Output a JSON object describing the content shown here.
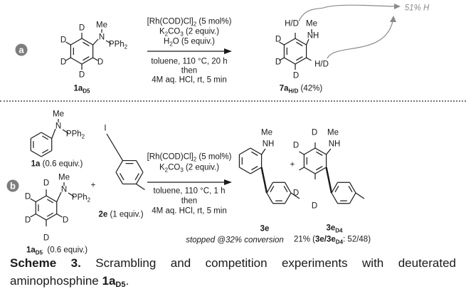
{
  "part_a": {
    "badge": "a",
    "reactant": {
      "atoms": {
        "me": "Me",
        "n": "N",
        "pph2": "PPh",
        "pph2_sub": "2",
        "d": "D"
      },
      "label": "1a",
      "label_sub": "D5"
    },
    "conditions_above": [
      {
        "text": "[Rh(COD)Cl]",
        "sub": "2",
        "tail": " (5 mol%)"
      },
      {
        "text": "K",
        "sub": "2",
        "tail": "CO",
        "sub2": "3",
        "tail2": " (2 equiv.)"
      },
      {
        "text": "H",
        "sub": "2",
        "tail": "O (5 equiv.)"
      }
    ],
    "conditions_below": [
      "toluene, 110 °C, 20 h",
      "then",
      "4M aq. HCl, rt, 5 min"
    ],
    "product": {
      "atoms": {
        "hd": "H/D",
        "me": "Me",
        "nh": "NH",
        "d": "D"
      },
      "label": "7a",
      "label_sub": "H/D",
      "yield": " (42%)"
    },
    "annotation": "51% H"
  },
  "part_b": {
    "badge": "b",
    "reactant1": {
      "atoms": {
        "me": "Me",
        "n": "N",
        "pph2": "PPh",
        "pph2_sub": "2"
      },
      "label": "1a",
      "amount": " (0.6 equiv.)"
    },
    "reactant2": {
      "atoms": {
        "me": "Me",
        "n": "N",
        "pph2": "PPh",
        "pph2_sub": "2",
        "d": "D"
      },
      "label": "1a",
      "label_sub": "D5",
      "amount": "  (0.6 equiv.)"
    },
    "plus": "+",
    "reactant3": {
      "atoms": {
        "i": "I"
      },
      "label": "2e",
      "amount": " (1 equiv.)"
    },
    "conditions_above": [
      {
        "text": "[Rh(COD)Cl]",
        "sub": "2",
        "tail": " (5 mol%)"
      },
      {
        "text": "K",
        "sub": "2",
        "tail": "CO",
        "sub2": "3",
        "tail2": " (2 equiv.)"
      }
    ],
    "conditions_below": [
      "toluene, 110 °C, 1 h",
      "then",
      "4M aq. HCl, rt, 5 min"
    ],
    "product1": {
      "atoms": {
        "me": "Me",
        "nh": "NH"
      },
      "label": "3e"
    },
    "product2": {
      "atoms": {
        "me": "Me",
        "nh": "NH",
        "d": "D"
      },
      "label": "3e",
      "label_sub": "D4"
    },
    "note": "stopped @32% conversion",
    "result": {
      "pre": "21% (",
      "a": "3e",
      "slash": "/",
      "b": "3e",
      "b_sub": "D4",
      "post": ": 52/48)"
    }
  },
  "caption": {
    "bold": "Scheme 3.",
    "text": " Scrambling and competition experiments with deuterated",
    "line2": "aminophosphine ",
    "compound": "1a",
    "compound_sub": "D5",
    "end": "."
  }
}
